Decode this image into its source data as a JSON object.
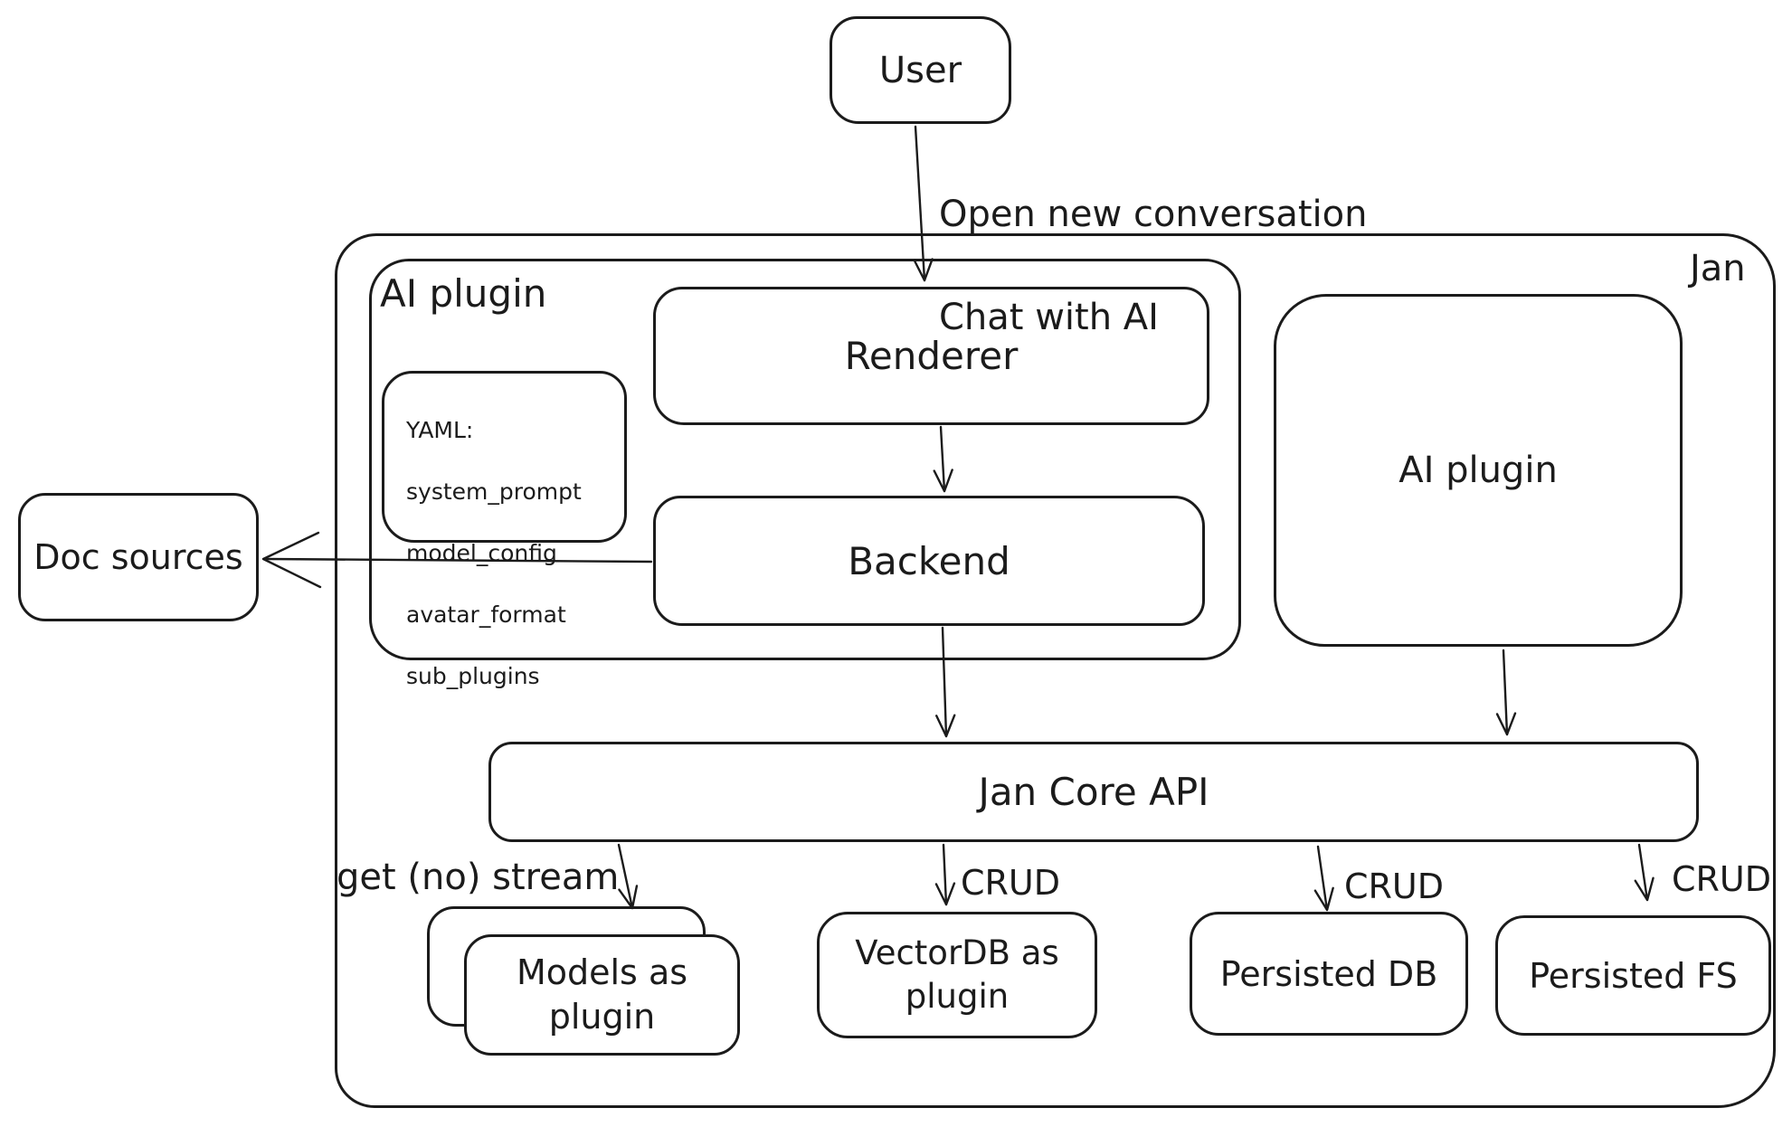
{
  "diagram": {
    "background": "#ffffff",
    "stroke": "#1b1b1b",
    "nodes": {
      "user": {
        "label": "User"
      },
      "jan": {
        "label": "Jan"
      },
      "ai_plugin_container": {
        "label": "AI plugin"
      },
      "renderer": {
        "label": "Renderer"
      },
      "yaml_note": {
        "lines": [
          "YAML:",
          "system_prompt",
          "model_config",
          "avatar_format",
          "sub_plugins"
        ]
      },
      "backend": {
        "label": "Backend"
      },
      "doc_sources": {
        "label": "Doc sources"
      },
      "ai_plugin_box": {
        "label": "AI plugin"
      },
      "jan_core_api": {
        "label": "Jan Core API"
      },
      "models_as_plugin": {
        "label": "Models as\nplugin"
      },
      "vectordb_as_plugin": {
        "label": "VectorDB as\nplugin"
      },
      "persisted_db": {
        "label": "Persisted DB"
      },
      "persisted_fs": {
        "label": "Persisted FS"
      }
    },
    "edge_labels": {
      "user_flow": {
        "lines": [
          "Open new conversation",
          "Chat with AI"
        ]
      },
      "models_edge": "get (no) stream",
      "vectordb_edge": "CRUD",
      "persisted_db_edge": "CRUD",
      "persisted_fs_edge": "CRUD"
    }
  }
}
